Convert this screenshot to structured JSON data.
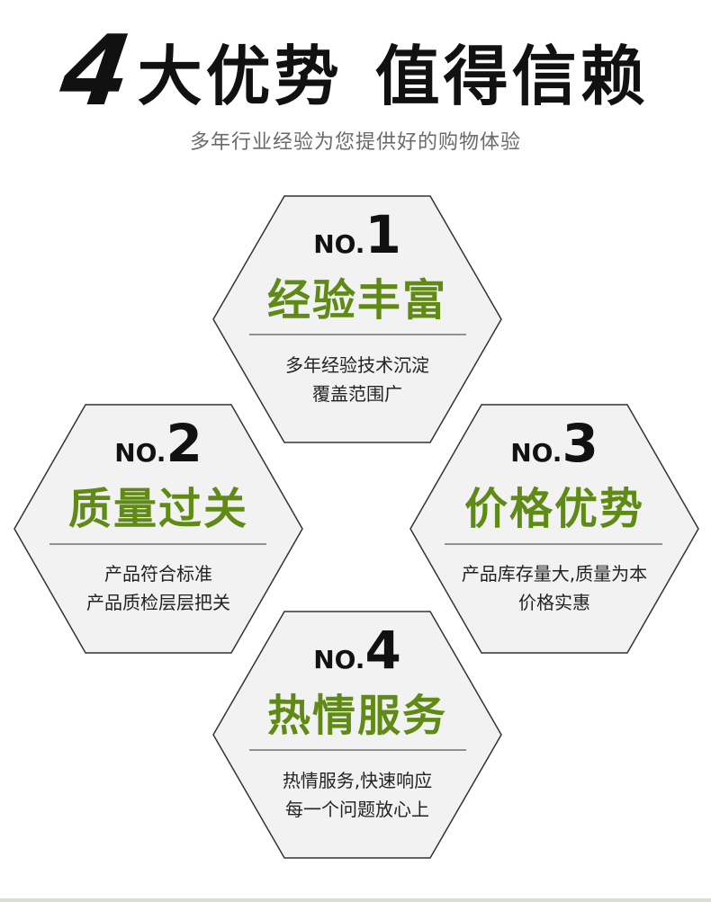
{
  "headline": {
    "number": "4",
    "part1": "大优势",
    "part2": "值得信赖"
  },
  "subtitle": "多年行业经验为您提供好的购物体验",
  "colors": {
    "accent_green": "#5f8a16",
    "hex_fill": "#f2f2f2",
    "hex_stroke": "#333333",
    "divider": "#555555"
  },
  "cards": [
    {
      "no_label": "NO.",
      "no_number": "1",
      "title": "经验丰富",
      "desc_line1": "多年经验技术沉淀",
      "desc_line2": "覆盖范围广"
    },
    {
      "no_label": "NO.",
      "no_number": "2",
      "title": "质量过关",
      "desc_line1": "产品符合标准",
      "desc_line2": "产品质检层层把关"
    },
    {
      "no_label": "NO.",
      "no_number": "3",
      "title": "价格优势",
      "desc_line1": "产品库存量大,质量为本",
      "desc_line2": "价格实惠"
    },
    {
      "no_label": "NO.",
      "no_number": "4",
      "title": "热情服务",
      "desc_line1": "热情服务,快速响应",
      "desc_line2": "每一个问题放心上"
    }
  ]
}
